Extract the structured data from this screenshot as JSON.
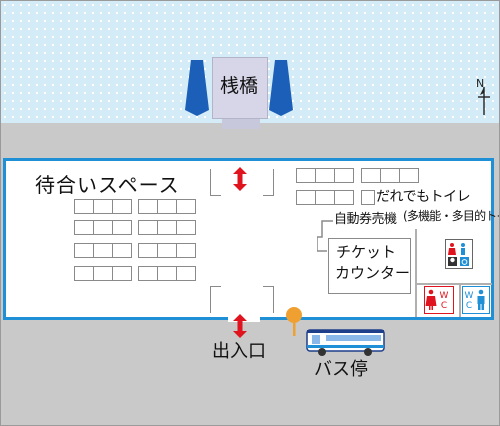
{
  "map": {
    "pier_label": "桟橋",
    "waiting_space_label": "待合いスペース",
    "ticket_machine_label": "自動券売機",
    "counter_label_line1": "チケット",
    "counter_label_line2": "カウンター",
    "accessible_toilet_label_line1": "だれでもトイレ",
    "accessible_toilet_label_line2": "(多機能・多目的トイレ)",
    "entrance_label": "出入口",
    "bus_stop_label": "バス停",
    "compass_label": "N",
    "icons": [
      "pier-bollard-icon",
      "double-arrow-icon",
      "accessible-toilet-icon",
      "womens-restroom-icon",
      "mens-restroom-icon",
      "bus-stop-pin-icon",
      "bus-icon",
      "north-arrow-icon"
    ],
    "colors": {
      "sea": "#d4ecf7",
      "ground": "#c9c9c9",
      "building_border": "#1f8fd6",
      "arrow": "#e0141e",
      "womens": "#e0141e",
      "mens": "#1f8fd6",
      "bus_stop_pin": "#f0a030",
      "bollard": "#1b5fb8"
    }
  }
}
